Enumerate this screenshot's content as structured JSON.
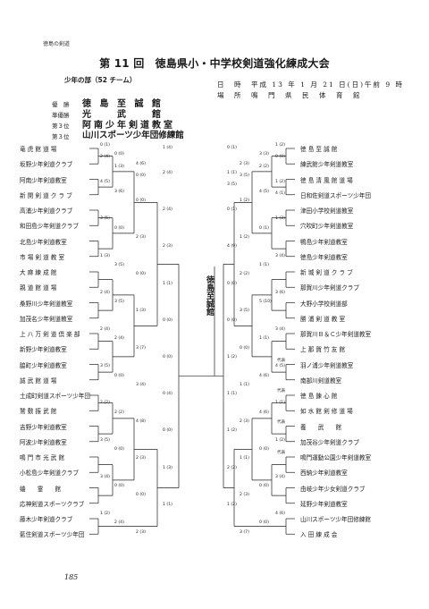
{
  "running_head": "徳島の剣道",
  "title": "第 11 回　徳島県小・中学校剣道強化練成大会",
  "division": "少年の部（52 チーム）",
  "meta": {
    "date": "日　時　平成 13 年 1 月 21 日(日)午前 9 時",
    "venue": "場　所　鳴　門　県　民　体　育　館"
  },
  "results": [
    {
      "label": "優　勝",
      "team": "徳 島 至 誠 館"
    },
    {
      "label": "準優勝",
      "team": "光　　武　　館"
    },
    {
      "label": "第３位",
      "team": "阿南少年剣道教室"
    },
    {
      "label": "第３位",
      "team": "山川スポーツ少年団修練館"
    }
  ],
  "champion_label": "徳島至誠館",
  "left_teams": [
    "竜 虎 館 道 場",
    "坂野少年剣道クラブ",
    "阿南少年剣道教室",
    "新 開 剣 道 ク ラ ブ",
    "高浦少年剣道クラブ",
    "和田島少年剣道クラブ",
    "北島少年剣道教室",
    "市 場 剣 道 教 室",
    "大 麻 練 成 館",
    "親 道 館 道 場",
    "桑野川少年剣道教室",
    "加茂名少年剣道教室",
    "上 八 万 剣 道 倶 楽 部",
    "新野少年剣道教室",
    "脇町少年剣道教室",
    "誠 武 館 道 場",
    "土成町剣道スポーツ少年団",
    "鷲 敷 振 武 館",
    "吉野少年剣道教室",
    "阿波少年剣道教室",
    "鳴 門 市 光 武 館",
    "小松島少年剣道クラブ",
    "蛐　　霊　　館",
    "応神剣道スポーツクラブ",
    "藤木少年剣道クラブ",
    "藍住剣道スポーツ少年団"
  ],
  "right_teams": [
    "徳 島 至 誠 館",
    "練武館少年剣道教室",
    "徳 島 清 風 館 道 場",
    "日和佐剣道スポーツ少年団",
    "津田小学校剣道教室",
    "穴吹町少年剣道教室",
    "鴨島少年剣道教室",
    "徳島少年剣道教室",
    "新 城 剣 道 ク ラ ブ",
    "那賀川少年剣道クラブ",
    "大野小学校剣道部",
    "勝 浦 剣 道 教 室",
    "那賀川Ｂ＆Ｃ少年剣道教室",
    "上 那 賀 竹 友 館",
    "羽ノ浦少年剣道教室",
    "南部川剣道教室",
    "徳 島 錬 心 館",
    "如 水 館 剣 修 道 場",
    "養　　武　　館",
    "加茂谷少年剣道クラブ",
    "鳴門運動公園少年剣道教室",
    "西納少年剣道教室",
    "由岐少年少女剣道クラブ",
    "延野少年剣道教室",
    "山川スポーツ少年団修練館",
    "入 田 練 成 会"
  ],
  "scores": [
    "0 (1)",
    "0 (0)",
    "4 (6)",
    "2 (4)",
    "4 (5)",
    "3 (6)",
    "0 (0)",
    "2 (4)",
    "3 (5)",
    "0 (0)",
    "2 (3)",
    "2 (3)",
    "1 (3)",
    "3 (5)",
    "0 (0)",
    "1 (1)",
    "2 (4)",
    "3 (5)",
    "1 (3)",
    "0 (0)",
    "2 (4)",
    "2 (4)",
    "3 (7)",
    "0 (0)",
    "3 (5)",
    "0 (0)",
    "3 (4)",
    "0 (4)",
    "2 (2)",
    "2 (2)",
    "4 (8)",
    "0 (0)",
    "3 (5)",
    "0 (0)",
    "2 (3)",
    "1 (3)",
    "3 (4)",
    "0 (0)",
    "0 (0)",
    "1 (1)",
    "1 (2)",
    "2 (4)",
    "2 (3)",
    "1 (4)",
    "2 (4)",
    "1 (3)",
    "0 (0)",
    "1 (2)",
    "3 (3)",
    "2 (3)",
    "1 (1)",
    "1 (2)",
    "4 (5)",
    "1 (2)",
    "0 (1)",
    "1 (3)",
    "0 (1)",
    "1 (2)",
    "4 (9)",
    "3 (4)",
    "1 (1)",
    "2 (2)",
    "0 (0)",
    "3 (6)",
    "5 (10)",
    "3 (5)",
    "0 (0)",
    "3 (4)",
    "1 (1)",
    "0 (0)",
    "1 (2)",
    "4 (5)",
    "4 (6)",
    "1 (1)",
    "1 (1)",
    "1 (1)",
    "4 (6)",
    "2 (3)",
    "1 (2)",
    "1 (2)",
    "0 (0)",
    "1 (1)",
    "2 (2)",
    "3 (4)",
    "0 (0)",
    "2 (3)",
    "1 (2)",
    "4 (6)",
    "0 (0)",
    "3 (7)",
    "0 (1)",
    "0 (0)",
    "2 (2)",
    "3 (5)",
    "3 (5)",
    "4 (1)"
  ],
  "notes": [
    "代表",
    "代表",
    "代表",
    "代表"
  ],
  "page_number": "185"
}
